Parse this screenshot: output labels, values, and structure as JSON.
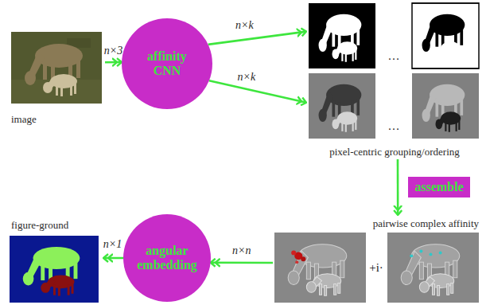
{
  "diagram": {
    "nodes": [
      {
        "text": [
          "image"
        ]
      },
      {
        "text": [
          "affinity CNN"
        ]
      },
      {
        "text": [
          "pixel-centric grouping/ordering"
        ]
      },
      {
        "text": [
          "pairwise complex affinity"
        ]
      },
      {
        "text": [
          "angular embedding"
        ]
      },
      {
        "text": [
          "figure-ground"
        ]
      }
    ],
    "edges": [
      {
        "from": 0,
        "to": 1,
        "arrow": "to",
        "label": "n×3"
      },
      {
        "from": 1,
        "to": 2,
        "arrow": "to",
        "label": "n×k"
      },
      {
        "from": 1,
        "to": 2,
        "arrow": "to",
        "label": "n×k"
      },
      {
        "from": 2,
        "to": 3,
        "arrow": "to",
        "label": "assemble"
      },
      {
        "from": 3,
        "to": 4,
        "arrow": "to",
        "label": "n×n"
      },
      {
        "from": 4,
        "to": 5,
        "arrow": "to",
        "label": "n×1"
      }
    ],
    "labels": [
      "…",
      "…",
      "+i·"
    ]
  }
}
